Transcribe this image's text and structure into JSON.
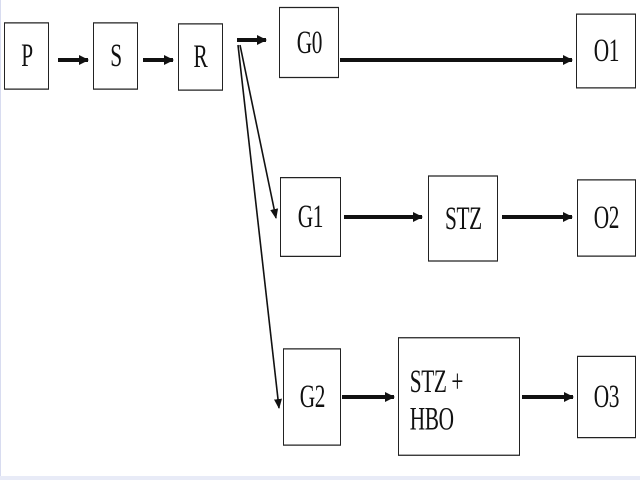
{
  "nodes": {
    "p": "P",
    "s": "S",
    "r": "R",
    "g0": "G0",
    "g1": "G1",
    "g2": "G2",
    "stz": "STZ",
    "stz_hbo": "STZ + HBO",
    "o1": "O1",
    "o2": "O2",
    "o3": "O3"
  },
  "colors": {
    "stroke": "#111111",
    "box_border": "#222222",
    "background": "#ffffff"
  }
}
